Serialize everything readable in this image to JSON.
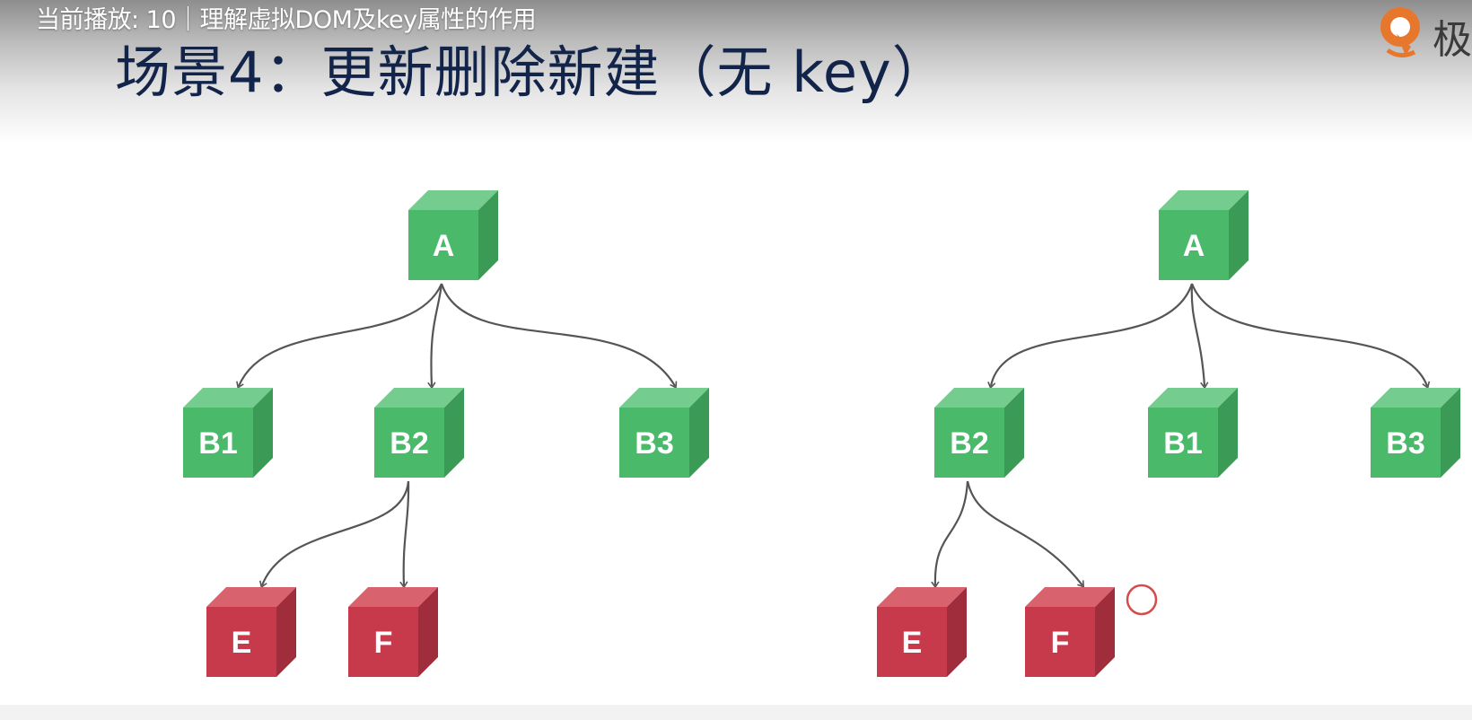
{
  "overlay": {
    "now_playing": "当前播放: 10｜理解虚拟DOM及key属性的作用"
  },
  "slide": {
    "title": "场景4：更新删除新建（无 key）"
  },
  "brand": {
    "logo_icon": "geekbang-logo-icon",
    "text": "极"
  },
  "colors": {
    "title": "#13244a",
    "green_front": "#4ab96a",
    "green_top": "#74cd8f",
    "green_side": "#3a9a56",
    "red_front": "#c73a4c",
    "red_top": "#d8636f",
    "red_side": "#a02d3c",
    "edge": "#555555",
    "cursor_ring": "#d64b4b"
  },
  "diagrams": {
    "left": {
      "root": "A",
      "level1": [
        "B1",
        "B2",
        "B3"
      ],
      "level2_parent": "B2",
      "level2": [
        "E",
        "F"
      ]
    },
    "right": {
      "root": "A",
      "level1": [
        "B2",
        "B1",
        "B3"
      ],
      "level2_parent": "B2",
      "level2": [
        "E",
        "F"
      ]
    }
  },
  "cursor": {
    "icon": "pointer-ring-icon"
  }
}
